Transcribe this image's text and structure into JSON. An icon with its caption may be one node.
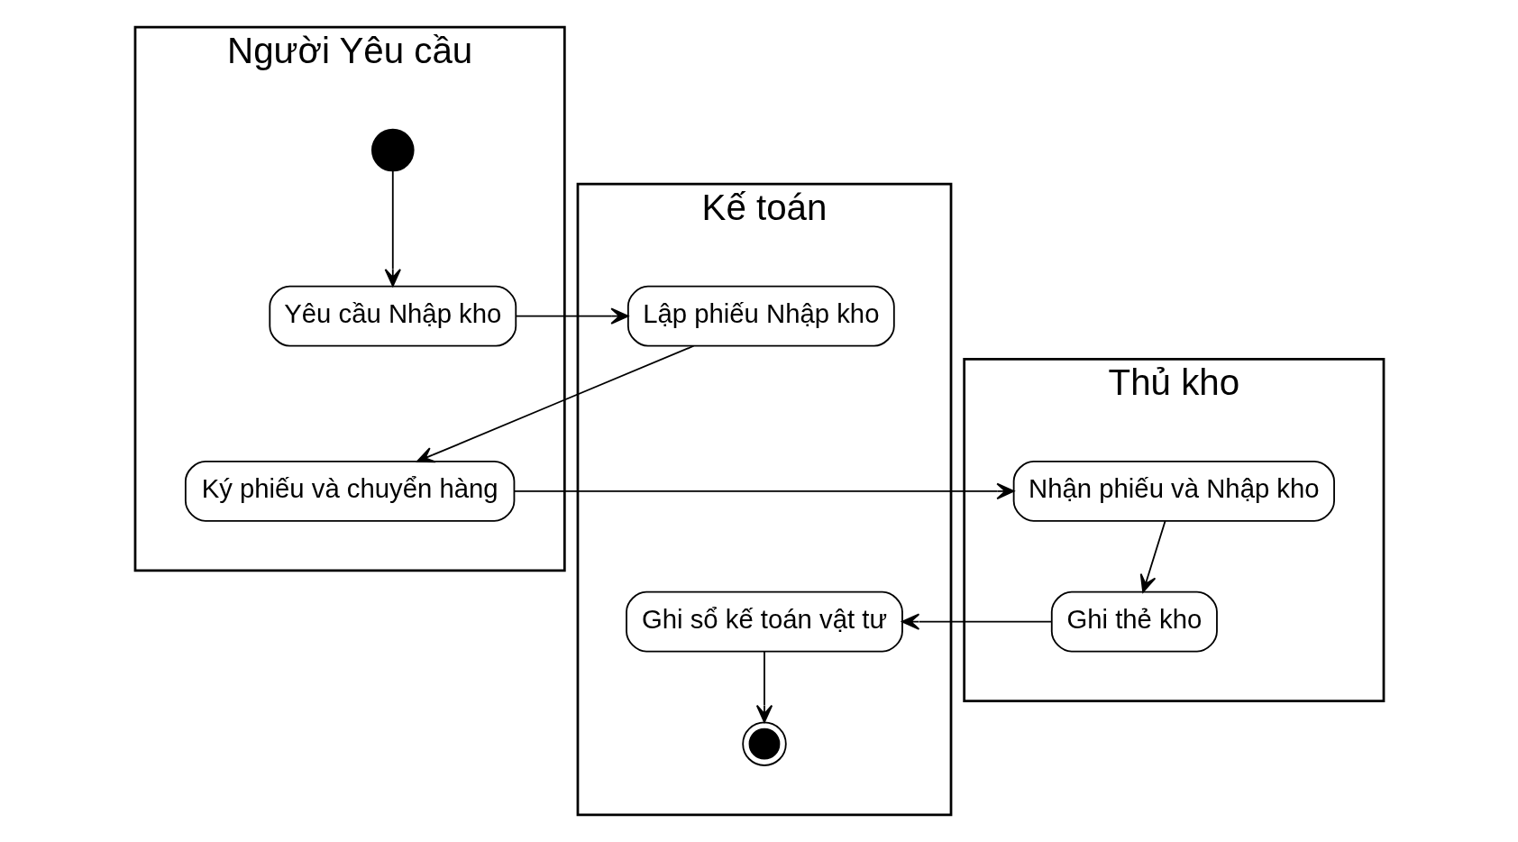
{
  "diagram": {
    "nodes": [
      {
        "text": [
          "Người Yêu cầu"
        ]
      },
      {
        "text": [
          "Kế toán"
        ]
      },
      {
        "text": [
          "Thủ kho"
        ]
      },
      {
        "text": [],
        "shape": "circle",
        "in": 0
      },
      {
        "text": [
          "Yêu cầu Nhập kho"
        ],
        "in": 0
      },
      {
        "text": [
          "Lập phiếu Nhập kho"
        ],
        "in": 1
      },
      {
        "text": [
          "Ký phiếu và chuyển hàng"
        ],
        "in": 0
      },
      {
        "text": [
          "Nhận phiếu và Nhập kho"
        ],
        "in": 2
      },
      {
        "text": [
          "Ghi thẻ kho"
        ],
        "in": 2
      },
      {
        "text": [
          "Ghi sổ kế toán vật tư"
        ],
        "in": 1
      },
      {
        "text": [],
        "shape": "circle",
        "in": 1
      }
    ],
    "edges": [
      {
        "from": 3,
        "to": 4,
        "arrow": "to"
      },
      {
        "from": 4,
        "to": 5,
        "arrow": "to"
      },
      {
        "from": 5,
        "to": 6,
        "arrow": "to"
      },
      {
        "from": 6,
        "to": 7,
        "arrow": "to"
      },
      {
        "from": 7,
        "to": 8,
        "arrow": "to"
      },
      {
        "from": 8,
        "to": 9,
        "arrow": "to"
      },
      {
        "from": 9,
        "to": 10,
        "arrow": "to"
      }
    ]
  }
}
